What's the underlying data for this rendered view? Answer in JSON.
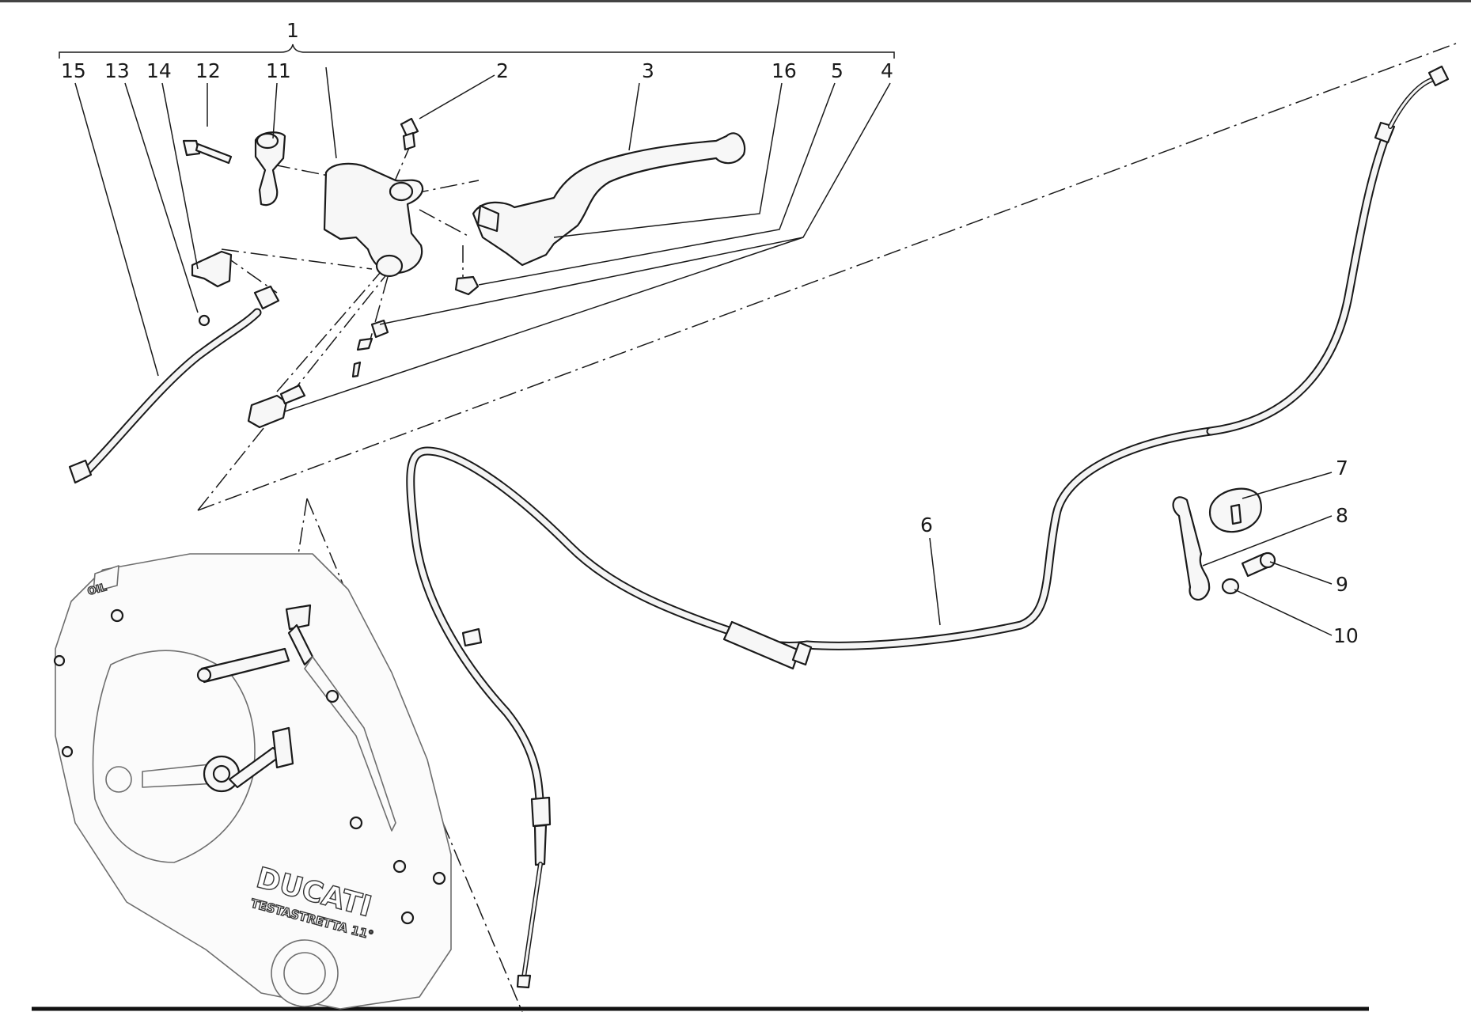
{
  "diagram": {
    "callouts": {
      "c1": "1",
      "c2": "2",
      "c3": "3",
      "c4": "4",
      "c5": "5",
      "c6": "6",
      "c7": "7",
      "c8": "8",
      "c9": "9",
      "c10": "10",
      "c11": "11",
      "c12": "12",
      "c13": "13",
      "c14": "14",
      "c15": "15",
      "c16": "16"
    },
    "cover_brand": "DUCATI",
    "cover_engine": "TESTASTRETTA 11°",
    "cover_oil": "OIL"
  }
}
